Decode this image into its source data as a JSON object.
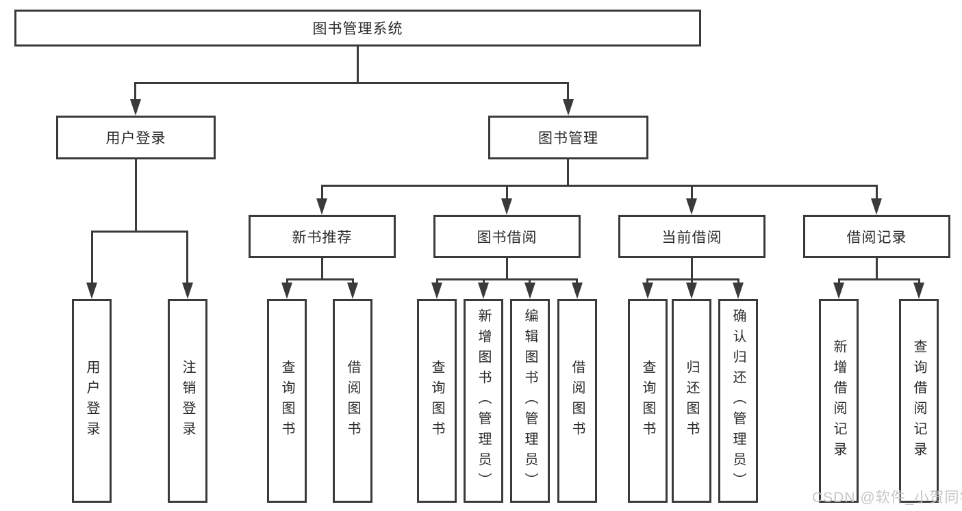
{
  "diagram": {
    "root": "图书管理系统",
    "level2": {
      "user_login": "用户登录",
      "book_management": "图书管理"
    },
    "level3": {
      "new_book": "新书推荐",
      "book_borrow": "图书借阅",
      "current_borrow": "当前借阅",
      "borrow_record": "借阅记录"
    },
    "leaves": {
      "user_login": [
        "用户登录",
        "注销登录"
      ],
      "new_book": [
        "查询图书",
        "借阅图书"
      ],
      "book_borrow": [
        "查询图书",
        "新增图书（管理员）",
        "编辑图书（管理员）",
        "借阅图书"
      ],
      "current_borrow": [
        "查询图书",
        "归还图书",
        "确认归还（管理员）"
      ],
      "borrow_record": [
        "新增借阅记录",
        "查询借阅记录"
      ]
    },
    "watermark": "CSDN @软件_小贺同学",
    "colors": {
      "line": "#3a3a3a",
      "text": "#2b2b2b",
      "watermark": "#c2c2c2",
      "background": "#ffffff"
    }
  }
}
